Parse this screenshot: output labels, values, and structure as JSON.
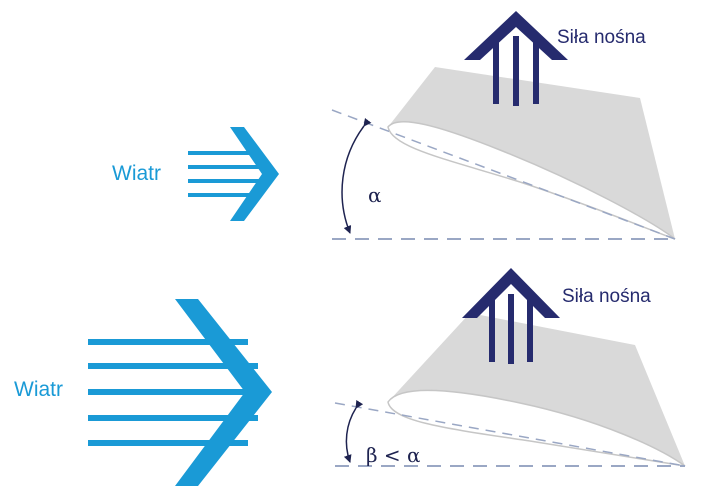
{
  "colors": {
    "wind": "#1a9ad6",
    "lift_arrow": "#262b6e",
    "lift_fill": "#d9d9d9",
    "guide_line": "#9aa7c4",
    "angle_line": "#1e2350"
  },
  "panels": [
    {
      "wind_label": "Wiatr",
      "lift_label": "Siła nośna",
      "angle_label": "α"
    },
    {
      "wind_label": "Wiatr",
      "lift_label": "Siła nośna",
      "angle_label": "β < α"
    }
  ]
}
